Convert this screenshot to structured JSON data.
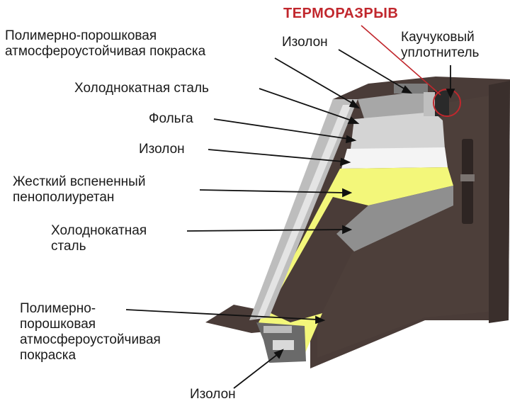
{
  "title": "ТЕРМОРАЗРЫВ",
  "labels": {
    "paint_top": "Полимерно-порошковая\nатмосфероустойчивая покраска",
    "izolon_top": "Изолон",
    "rubber_seal": "Каучуковый\nуплотнитель",
    "cold_steel_top": "Холоднокатная сталь",
    "foil": "Фольга",
    "izolon_mid": "Изолон",
    "foam": "Жесткий вспененный\nпенополиуретан",
    "cold_steel_mid": "Холоднокатная\nсталь",
    "paint_bottom": "Полимерно-\nпорошковая\nатмосфероустойчивая\nпокраска",
    "izolon_bottom": "Изолон"
  },
  "colors": {
    "title_red": "#c1272d",
    "door_brown": "#4a3c38",
    "steel_gray": "#9a9a9a",
    "foam_yellow": "#f3f77a",
    "foil_silver": "#d8d8d8",
    "izolon_white": "#f2f2f2"
  }
}
